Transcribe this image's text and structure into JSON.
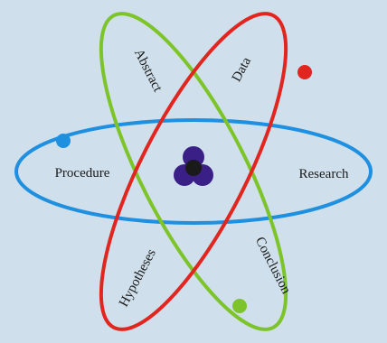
{
  "diagram": {
    "labels": {
      "abstract": "Abstract",
      "data": "Data",
      "procedure": "Procedure",
      "research": "Research",
      "hypotheses": "Hypotheses",
      "conclusion": "Conclusion"
    },
    "colors": {
      "background": "#cfe0ec",
      "blue_orbit": "#1f8fe0",
      "green_orbit": "#7dc42a",
      "red_orbit": "#e0261f",
      "nucleus": "#3a1f86",
      "nucleus_core": "#1a1a1a"
    }
  }
}
